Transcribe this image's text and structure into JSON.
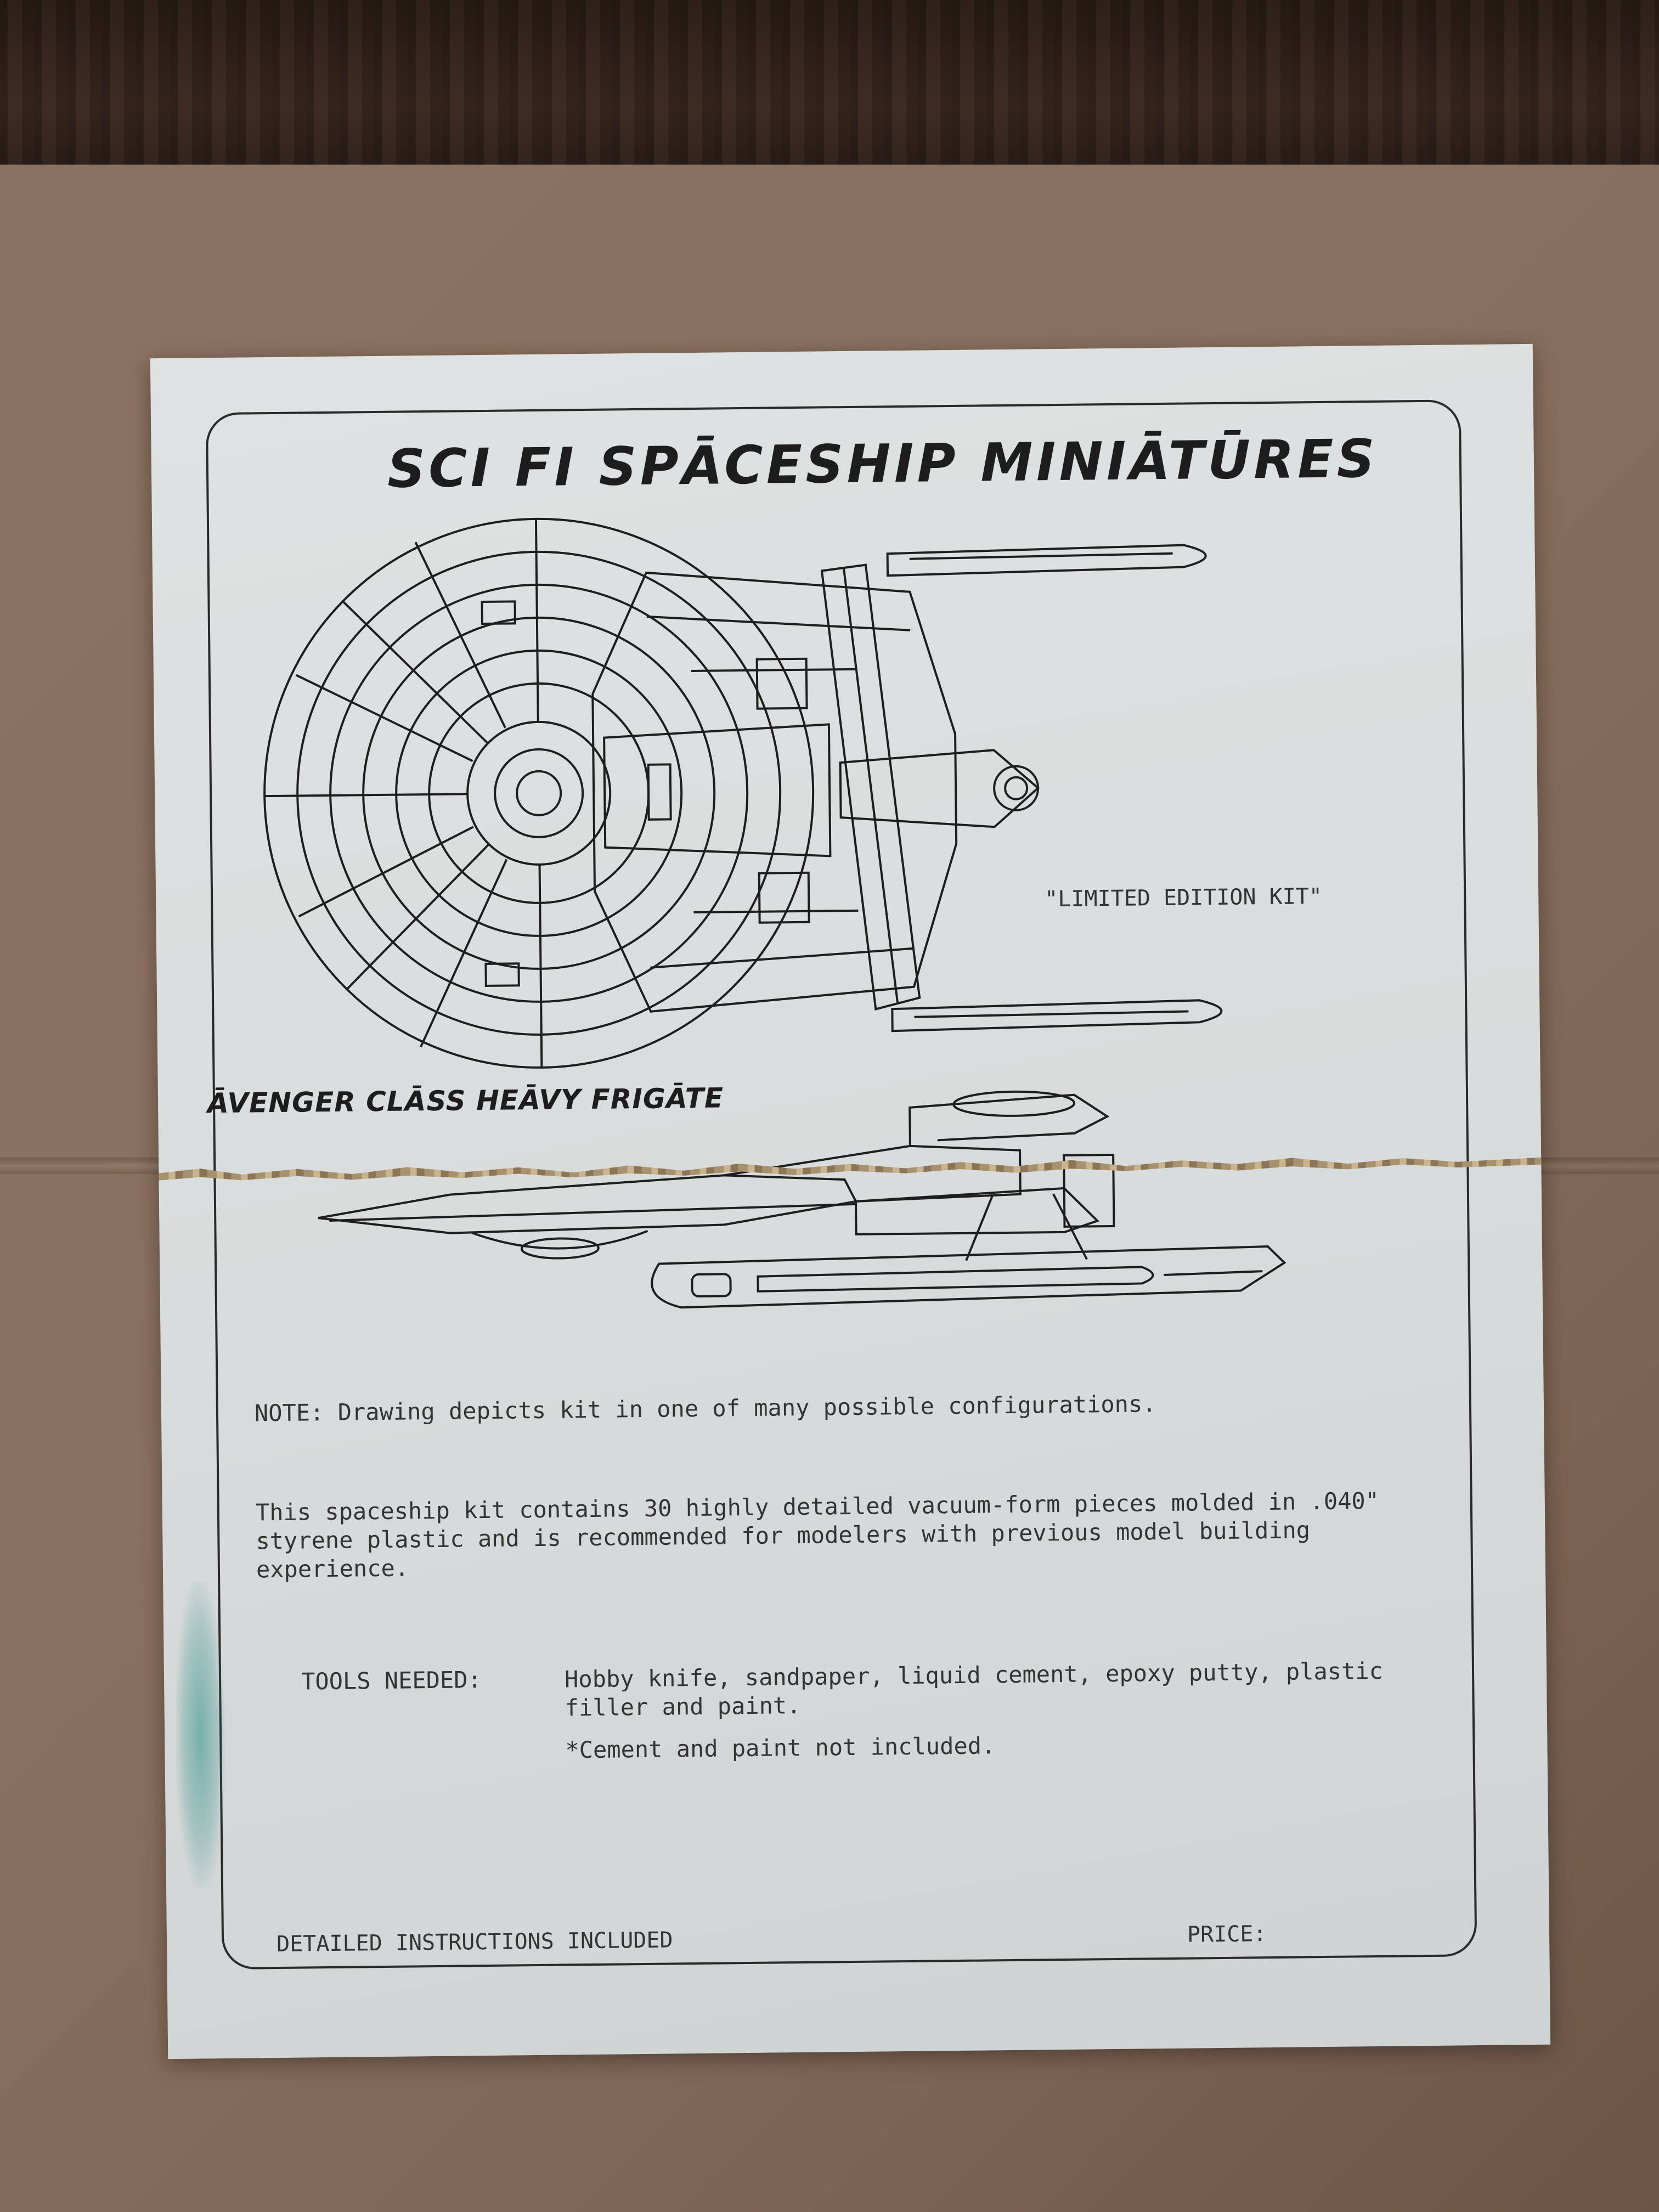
{
  "sheet": {
    "title": "SCI FI SPĀCESHIP MINIĀTŪRES",
    "edition_label": "\"LIMITED EDITION KIT\"",
    "class_name": "ĀVENGER CLĀSS HEĀVY FRIGĀTE",
    "note": "NOTE:  Drawing depicts kit in one of many possible configurations.",
    "description": "This spaceship kit contains 30 highly detailed vacuum-form pieces molded in .040\" styrene plastic and is recommended for modelers with previous model building experience.",
    "tools_label": "TOOLS NEEDED:",
    "tools_text": "Hobby knife, sandpaper, liquid cement, epoxy putty, plastic filler and paint.",
    "cement_note": "*Cement and paint not included.",
    "footer_left": "DETAILED INSTRUCTIONS INCLUDED",
    "footer_right": "PRICE:"
  },
  "colors": {
    "paper": "#dcdfdf",
    "ink": "#2a2a2a",
    "cardboard": "#8a705e",
    "wood": "#2f211a"
  }
}
